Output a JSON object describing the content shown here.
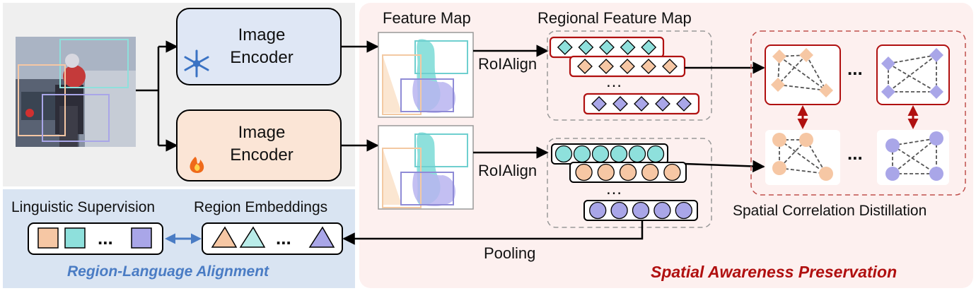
{
  "encoders": {
    "frozen": {
      "line1": "Image",
      "line2": "Encoder"
    },
    "trainable": {
      "line1": "Image",
      "line2": "Encoder"
    }
  },
  "labels": {
    "feature_map": "Feature Map",
    "regional_feature_map": "Regional Feature Map",
    "roialign_top": "RoIAlign",
    "roialign_bottom": "RoIAlign",
    "pooling": "Pooling",
    "spatial_correlation_distillation": "Spatial Correlation Distillation",
    "spatial_awareness_preservation": "Spatial Awareness Preservation",
    "linguistic_supervision": "Linguistic Supervision",
    "region_embeddings": "Region Embeddings",
    "region_language_alignment": "Region-Language Alignment",
    "ellipsis": "…",
    "ellipsis_dots": "...",
    "ellipsis_vertical": "…"
  },
  "icons": {
    "frozen": "snowflake-icon",
    "trainable": "fire-icon"
  },
  "colors": {
    "left_panel_bg": "#efefef",
    "right_panel_bg": "#fdf0ef",
    "bottom_panel_bg": "#d9e4f2",
    "frozen_encoder_fill": "#dfe7f5",
    "trainable_encoder_fill": "#fbe5d6",
    "teal": "#8ee0dc",
    "orange": "#f6c7a4",
    "purple": "#a9a6e8",
    "dark_red": "#b01010",
    "blue_text": "#4a7cc4",
    "arrow_blue": "#4a7cc4"
  }
}
